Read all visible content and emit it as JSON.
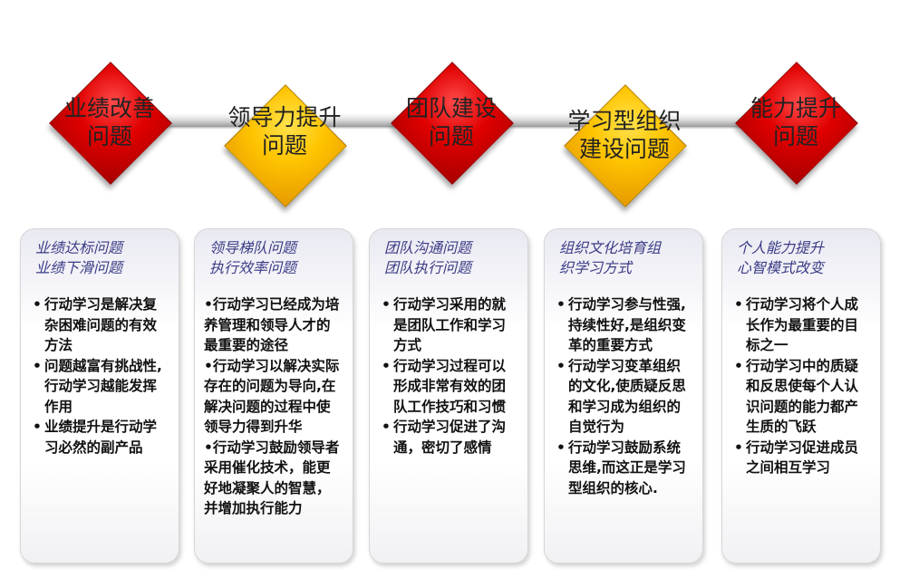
{
  "colors": {
    "red": "#e00000",
    "yellow": "#ffc400",
    "subtitle": "#3b3b86",
    "connector": "#d0d0d0"
  },
  "diamonds": [
    {
      "label": "业绩改善\n问题",
      "color": "red"
    },
    {
      "label": "领导力提升\n问题",
      "color": "yellow"
    },
    {
      "label": "团队建设\n问题",
      "color": "red"
    },
    {
      "label": "学习型组织\n建设问题",
      "color": "yellow"
    },
    {
      "label": "能力提升\n问题",
      "color": "red"
    }
  ],
  "cards": [
    {
      "subtitle": "业绩达标问题\n业绩下滑问题",
      "style": "bullets",
      "items": [
        "行动学习是解决复杂困难问题的有效方法",
        "问题越富有挑战性,行动学习越能发挥作用",
        "业绩提升是行动学习必然的副产品"
      ]
    },
    {
      "subtitle": "领导梯队问题\n执行效率问题",
      "style": "paras",
      "items": [
        "•行动学习已经成为培养管理和领导人才的最重要的途径",
        "•行动学习以解决实际存在的问题为导向,在解决问题的过程中使领导力得到升华",
        "•行动学习鼓励领导者采用催化技术，能更好地凝聚人的智慧，并增加执行能力"
      ]
    },
    {
      "subtitle": "团队沟通问题\n团队执行问题",
      "style": "bullets",
      "items": [
        "行动学习采用的就是团队工作和学习方式",
        "行动学习过程可以形成非常有效的团队工作技巧和习惯",
        "行动学习促进了沟通，密切了感情"
      ]
    },
    {
      "subtitle": "组织文化培育组\n织学习方式",
      "style": "bullets",
      "items": [
        " 行动学习参与性强,持续性好,是组织变革的重要方式",
        "行动学习变革组织的文化,使质疑反思和学习成为组织的自觉行为",
        "行动学习鼓励系统思维,而这正是学习型组织的核心."
      ]
    },
    {
      "subtitle": "个人能力提升\n心智模式改变",
      "style": "bullets",
      "items": [
        "行动学习将个人成长作为最重要的目标之一",
        "行动学习中的质疑和反思使每个人认识问题的能力都产生质的飞跃",
        "行动学习促进成员之间相互学习"
      ]
    }
  ]
}
